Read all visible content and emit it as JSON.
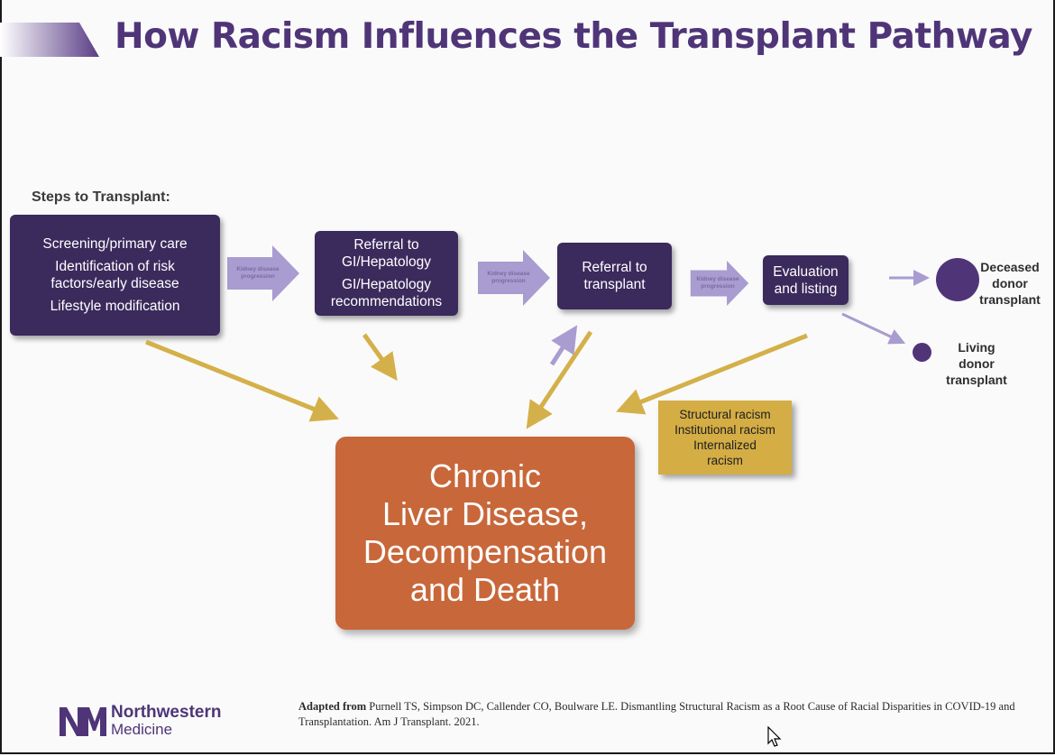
{
  "slide": {
    "title": "How Racism Influences the Transplant Pathway",
    "steps_label": "Steps to Transplant:"
  },
  "steps": [
    {
      "lines": [
        "Screening/primary care",
        "Identification of risk factors/early disease",
        "Lifestyle modification"
      ]
    },
    {
      "lines": [
        "Referral to GI/Hepatology",
        "GI/Hepatology recommendations"
      ]
    },
    {
      "lines": [
        "Referral to transplant"
      ]
    },
    {
      "lines": [
        "Evaluation and listing"
      ]
    }
  ],
  "progression_label": "Kidney disease progression",
  "outcomes": {
    "deceased": "Deceased donor transplant",
    "living": "Living donor transplant"
  },
  "chronic": {
    "lines": [
      "Chronic",
      "Liver Disease,",
      "Decompensation",
      "and Death"
    ]
  },
  "racism": {
    "lines": [
      "Structural racism",
      "Institutional racism",
      "Internalized",
      "racism"
    ]
  },
  "logo": {
    "name": "Northwestern",
    "sub": "Medicine"
  },
  "citation": {
    "lead": "Adapted from",
    "text": " Purnell TS, Simpson DC, Callender CO, Boulware LE. Dismantling Structural Racism as a Root Cause of Racial Disparities in COVID-19 and Transplantation. Am J Transplant. 2021."
  },
  "colors": {
    "purple_dark": "#3b2a5c",
    "purple_title": "#4f3578",
    "chevron": "#a99cd0",
    "gold_arrow": "#d4b04a",
    "orange": "#c8673a",
    "gold_box": "#d4ad45"
  }
}
